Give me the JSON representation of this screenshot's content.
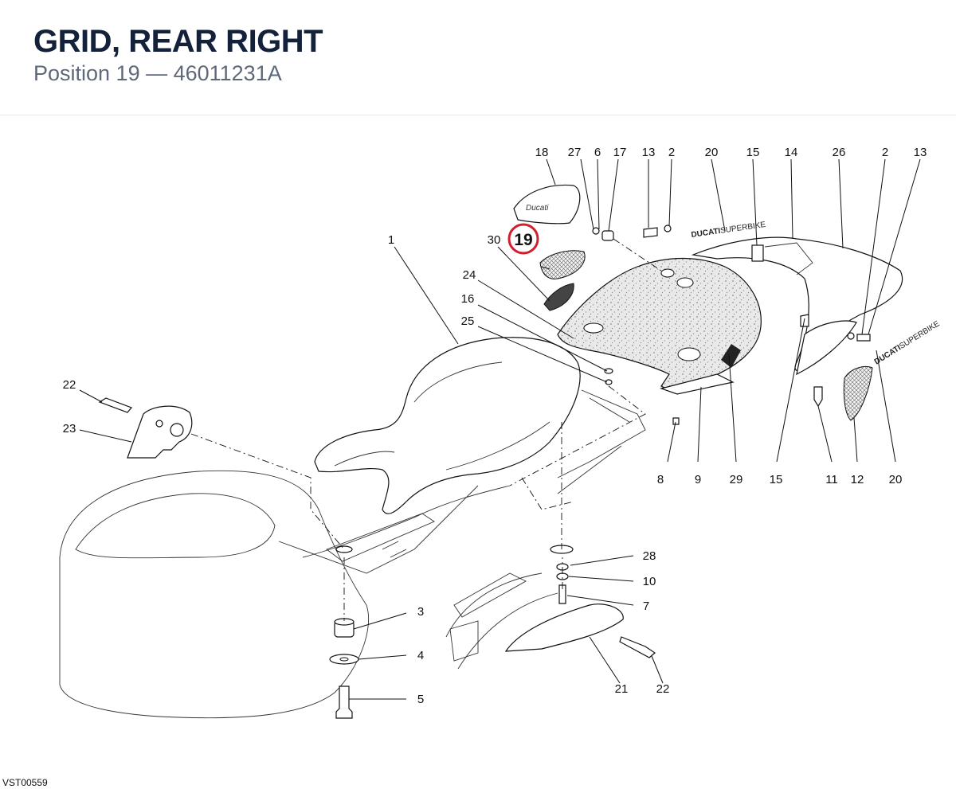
{
  "header": {
    "title": "GRID, REAR RIGHT",
    "subtitle": "Position 19 — 46011231A"
  },
  "highlight": {
    "callout": "19"
  },
  "callouts": [
    "18",
    "27",
    "6",
    "17",
    "13",
    "2",
    "20",
    "15",
    "14",
    "26",
    "2",
    "13",
    "1",
    "30",
    "24",
    "16",
    "25",
    "22",
    "23",
    "8",
    "9",
    "29",
    "15",
    "11",
    "12",
    "20",
    "28",
    "10",
    "7",
    "3",
    "4",
    "5",
    "21",
    "22"
  ],
  "decals": {
    "brand": "DUCATI",
    "model": "SUPERBIKE",
    "badge": "Ducati"
  },
  "footer": {
    "ref": "VST00559"
  },
  "colors": {
    "highlight_ring": "#d0202e",
    "title": "#14213a",
    "subtitle": "#5e6878"
  }
}
